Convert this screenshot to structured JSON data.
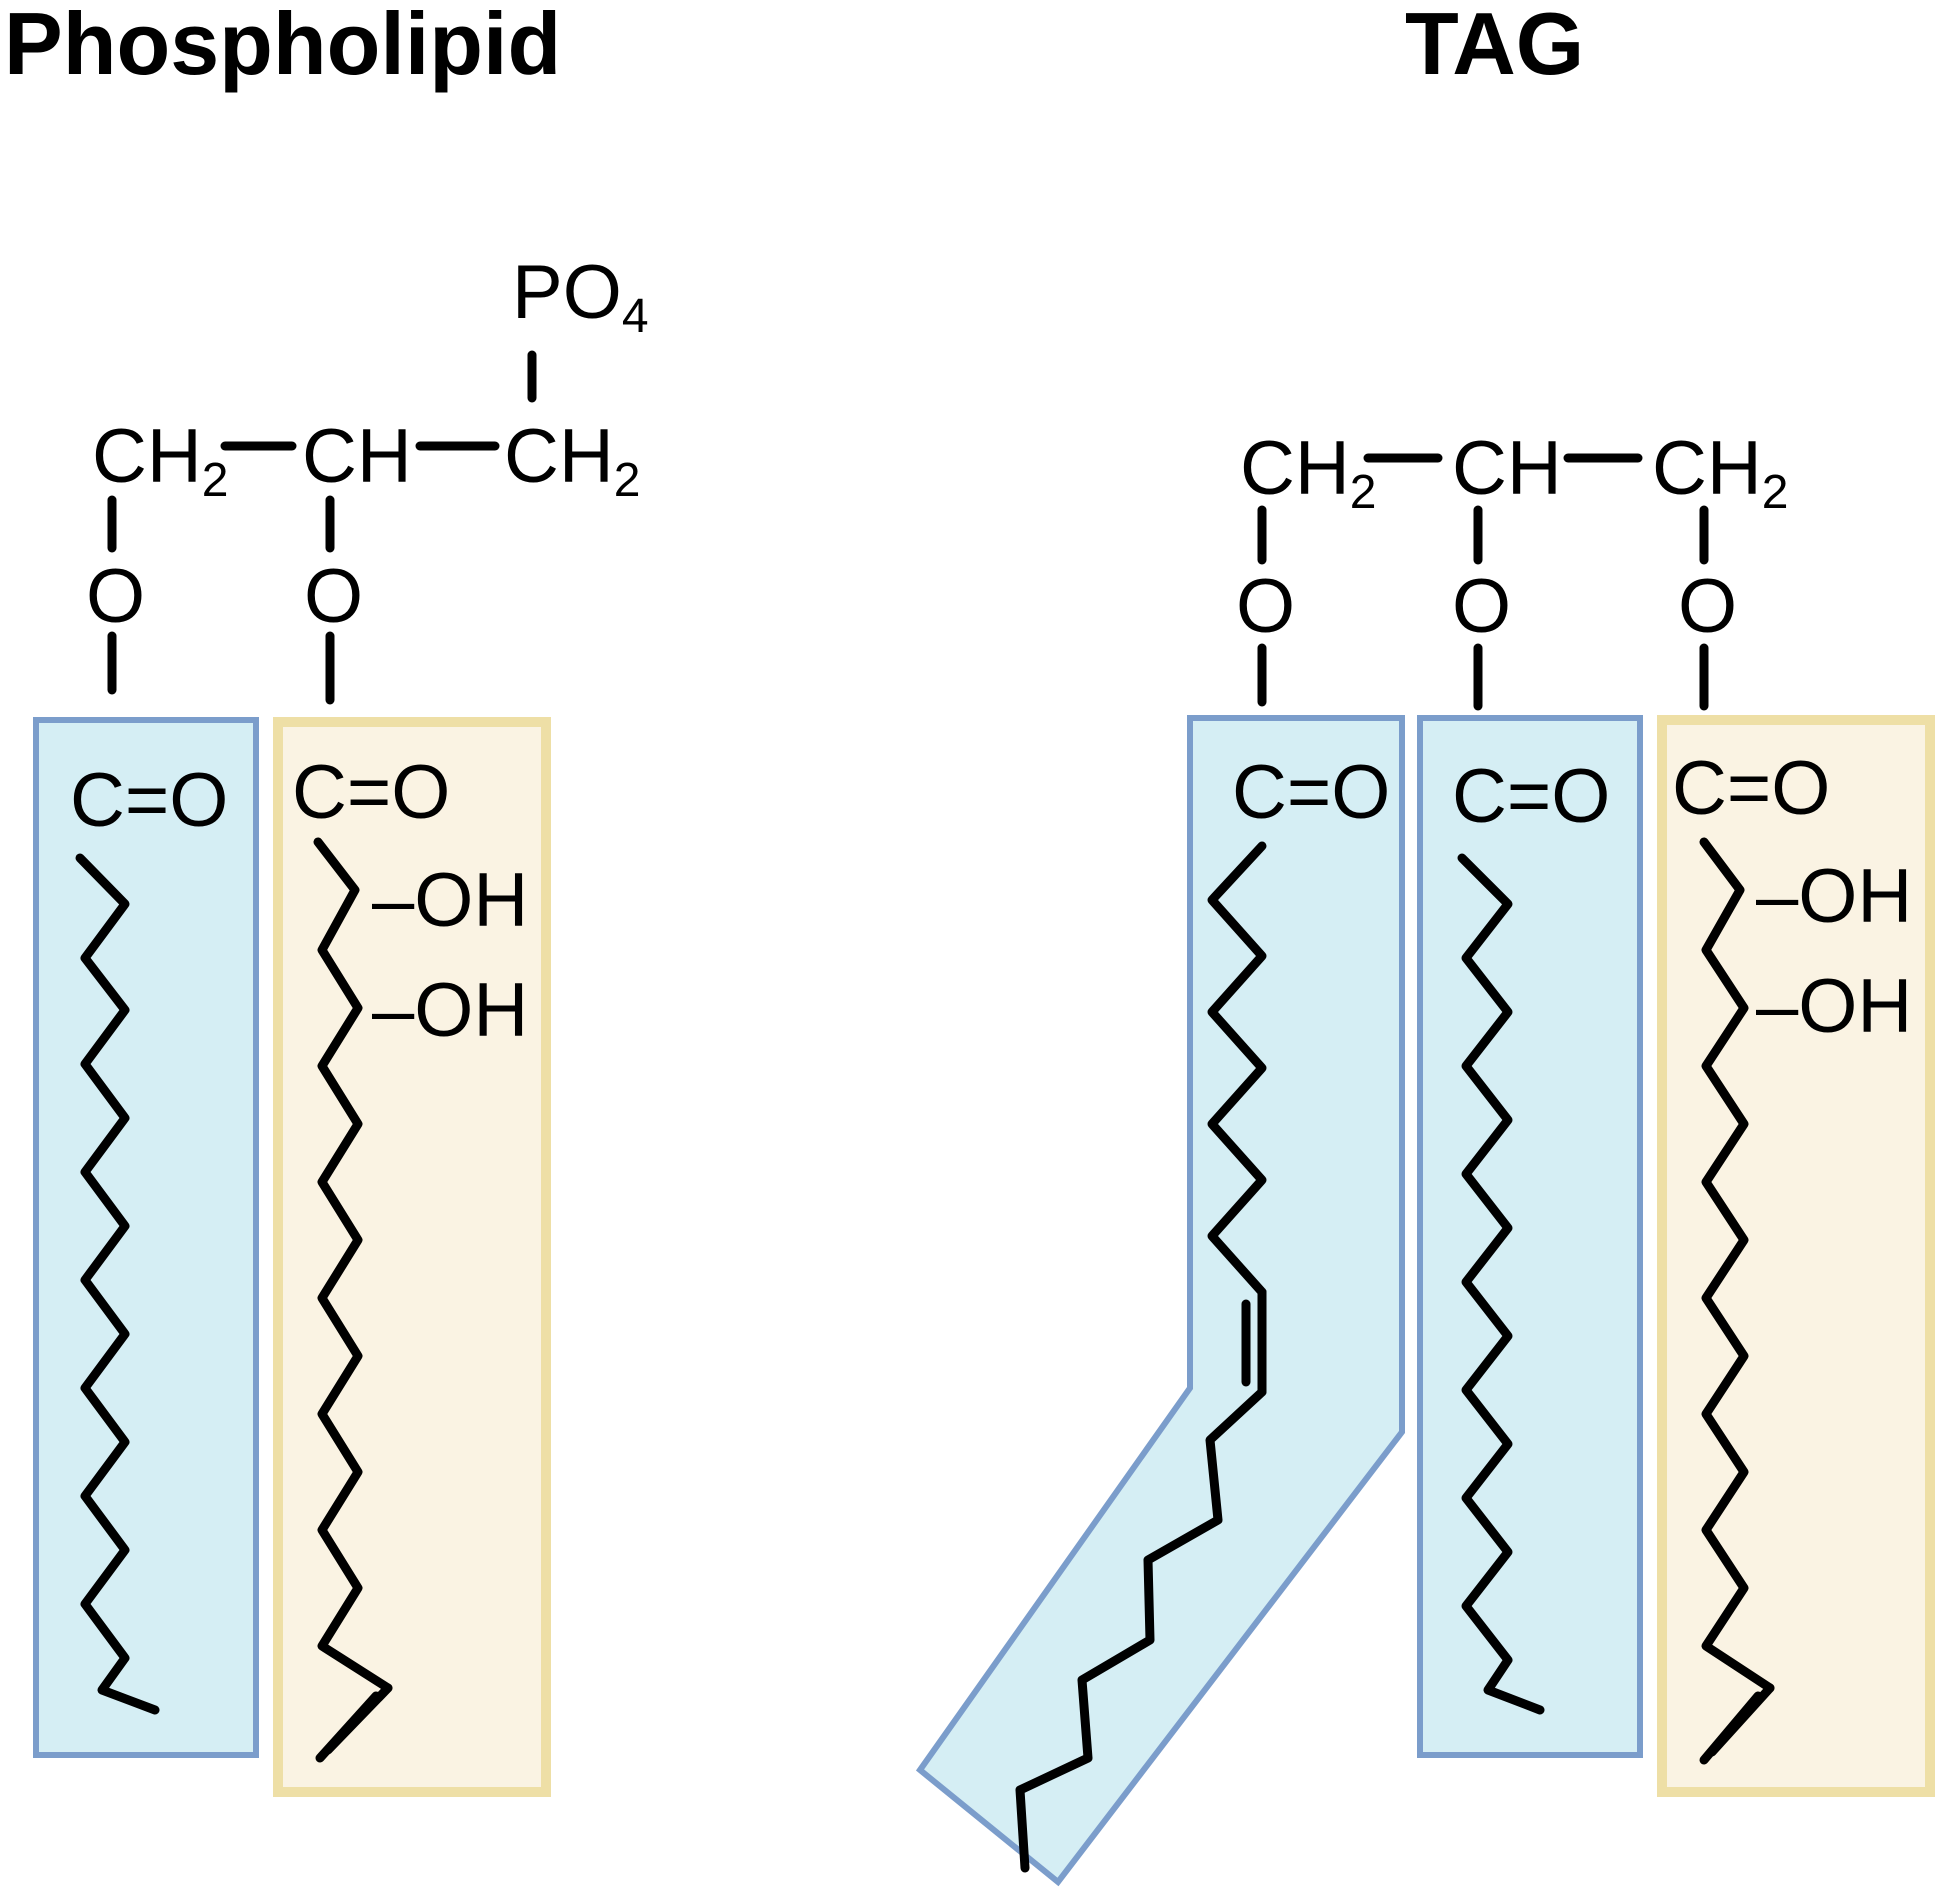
{
  "titles": {
    "phospholipid": "Phospholipid",
    "tag": "TAG"
  },
  "labels": {
    "ch2": "CH",
    "ch2_sub": "2",
    "ch": "CH",
    "o": "O",
    "co": "C=O",
    "oh": "–OH",
    "po4": "PO",
    "po4_sub": "4"
  },
  "colors": {
    "blue_fill": "#d5eef4",
    "blue_border": "#7b9dcb",
    "yellow_fill": "#faf3e3",
    "yellow_border": "#eedfa6",
    "ink": "#000000"
  }
}
